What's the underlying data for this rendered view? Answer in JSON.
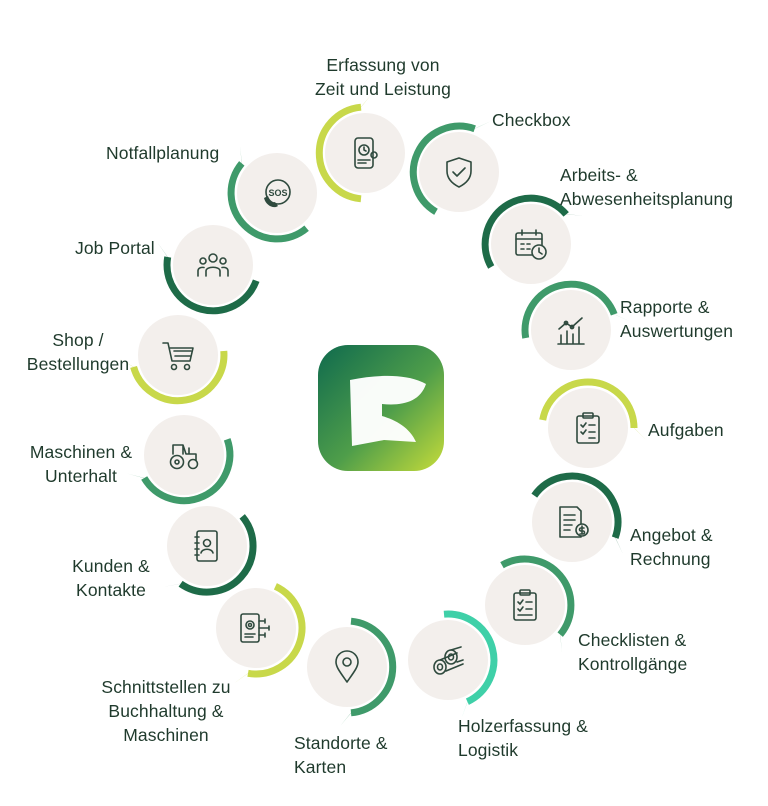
{
  "colors": {
    "dark_green": "#1e6b48",
    "mid_green": "#3f9a6a",
    "lime": "#c8d84a",
    "light_lime": "#d6e35c",
    "teal": "#3fd0a8",
    "circle_fill": "#f3efec",
    "icon": "#2f4a3e"
  },
  "logo": {
    "name": "F-leaf logo"
  },
  "modules": [
    {
      "id": "erfassung",
      "lines": [
        "Erfassung von",
        "Zeit und Leistung"
      ],
      "icon": "phone-clock-icon"
    },
    {
      "id": "checkbox",
      "lines": [
        "Checkbox"
      ],
      "icon": "shield-check-icon"
    },
    {
      "id": "planung",
      "lines": [
        "Arbeits- &",
        "Abwesenheitsplanung"
      ],
      "icon": "calendar-clock-icon"
    },
    {
      "id": "rapporte",
      "lines": [
        "Rapporte &",
        "Auswertungen"
      ],
      "icon": "chart-icon"
    },
    {
      "id": "aufgaben",
      "lines": [
        "Aufgaben"
      ],
      "icon": "clipboard-list-icon"
    },
    {
      "id": "angebot",
      "lines": [
        "Angebot &",
        "Rechnung"
      ],
      "icon": "invoice-icon"
    },
    {
      "id": "checklisten",
      "lines": [
        "Checklisten &",
        "Kontrollgänge"
      ],
      "icon": "clipboard-check-icon"
    },
    {
      "id": "holz",
      "lines": [
        "Holzerfassung &",
        "Logistik"
      ],
      "icon": "logs-icon"
    },
    {
      "id": "standorte",
      "lines": [
        "Standorte &",
        "Karten"
      ],
      "icon": "map-pin-icon"
    },
    {
      "id": "schnitt",
      "lines": [
        "Schnittstellen zu",
        "Buchhaltung &",
        "Maschinen"
      ],
      "icon": "tablet-gear-icon"
    },
    {
      "id": "kunden",
      "lines": [
        "Kunden &",
        "Kontakte"
      ],
      "icon": "contact-book-icon"
    },
    {
      "id": "maschinen",
      "lines": [
        "Maschinen &",
        "Unterhalt"
      ],
      "icon": "tractor-icon"
    },
    {
      "id": "shop",
      "lines": [
        "Shop /",
        "Bestellungen"
      ],
      "icon": "cart-icon"
    },
    {
      "id": "job",
      "lines": [
        "Job Portal"
      ],
      "icon": "people-icon"
    },
    {
      "id": "notfall",
      "lines": [
        "Notfallplanung"
      ],
      "icon": "sos-phone-icon"
    }
  ]
}
